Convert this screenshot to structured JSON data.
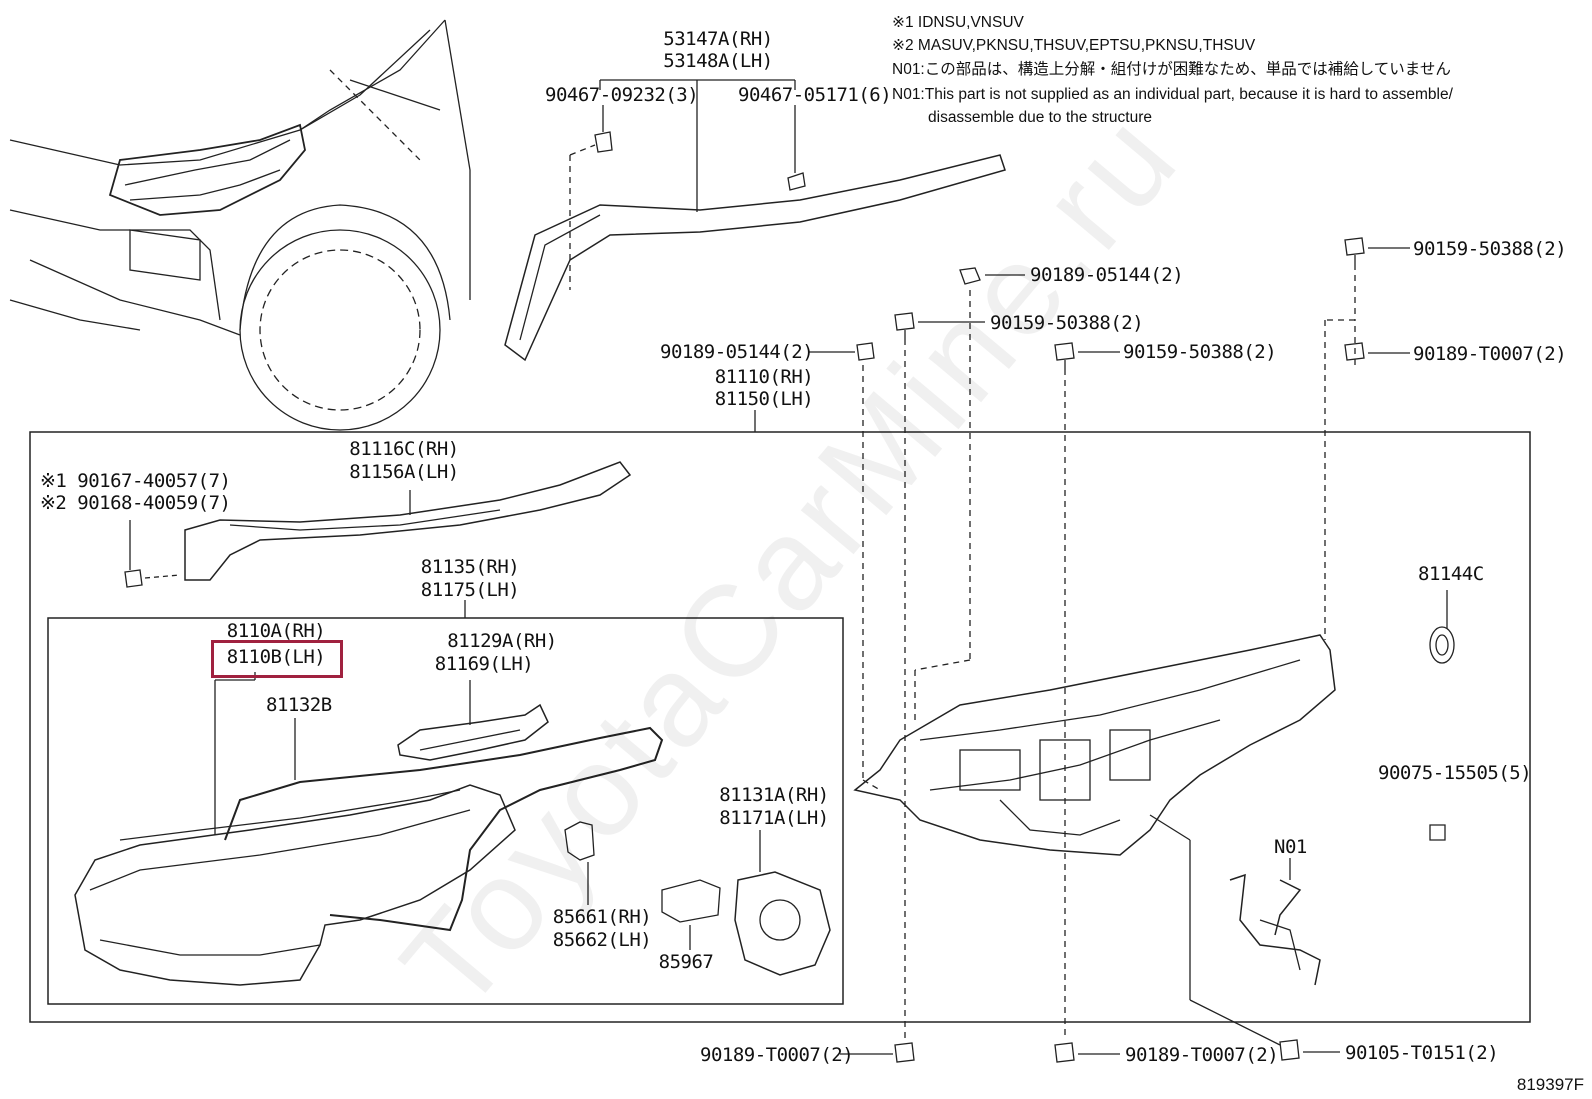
{
  "notes": {
    "n1": "※1 IDNSU,VNSUV",
    "n2": "※2 MASUV,PKNSU,THSUV,EPTSU,PKNSU,THSUV",
    "n3": "N01:この部品は、構造上分解・組付けが困難なため、単品では補給していません",
    "n4": "N01:This part is not supplied as an individual part, because it is hard to assemble/",
    "n5": "disassemble due to the structure"
  },
  "labels": {
    "p53147": "53147A(RH)",
    "p53148": "53148A(LH)",
    "p9046709232": "90467-09232(3)",
    "p9046705171": "90467-05171(6)",
    "p90189_05144_a": "90189-05144(2)",
    "p90159_50388_a": "90159-50388(2)",
    "p90159_50388_b": "90159-50388(2)",
    "p90159_50388_c": "90159-50388(2)",
    "p90189_05144_b": "90189-05144(2)",
    "p90189_T0007_top": "90189-T0007(2)",
    "p81110": "81110(RH)",
    "p81150": "81150(LH)",
    "p81116c": "81116C(RH)",
    "p81156a": "81156A(LH)",
    "p90167": "※1 90167-40057(7)",
    "p90168": "※2 90168-40059(7)",
    "p81135": "81135(RH)",
    "p81175": "81175(LH)",
    "p8110a": "8110A(RH)",
    "p8110b": "8110B(LH)",
    "p81132b": "81132B",
    "p81129a": "81129A(RH)",
    "p81169": "81169(LH)",
    "p81131a": "81131A(RH)",
    "p81171a": "81171A(LH)",
    "p85661": "85661(RH)",
    "p85662": "85662(LH)",
    "p85967": "85967",
    "p81144c": "81144C",
    "p90075": "90075-15505(5)",
    "pN01": "N01",
    "p90189_T0007_b1": "90189-T0007(2)",
    "p90189_T0007_b2": "90189-T0007(2)",
    "p90105": "90105-T0151(2)"
  },
  "watermark": "ToyotaCarMine.ru",
  "figure_code": "819397F",
  "highlight_color": "#a0213f"
}
